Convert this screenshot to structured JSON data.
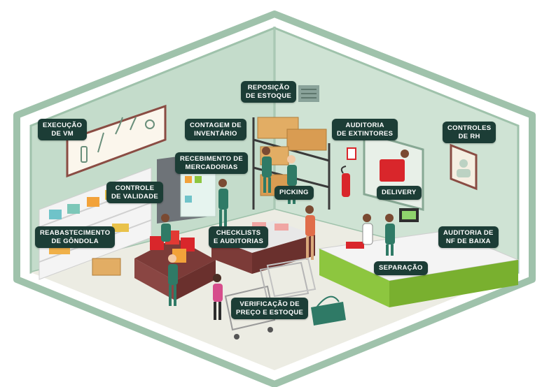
{
  "labels": {
    "execucao_vm": [
      "EXECUÇÃO",
      "DE VM"
    ],
    "contagem": [
      "CONTAGEM DE",
      "INVENTÁRIO"
    ],
    "reposicao": [
      "REPOSIÇÃO",
      "DE ESTOQUE"
    ],
    "auditoria_extintores": [
      "AUDITORIA",
      "DE EXTINTORES"
    ],
    "controles_rh": [
      "CONTROLES",
      "DE RH"
    ],
    "recebimento": [
      "RECEBIMENTO DE",
      "MERCADORIAS"
    ],
    "controle_validade": [
      "CONTROLE",
      "DE VALIDADE"
    ],
    "picking": [
      "PICKING"
    ],
    "delivery": [
      "DELIVERY"
    ],
    "reabastecimento": [
      "REABASTECIMENTO",
      "DE GÔNDOLA"
    ],
    "checklists": [
      "CHECKLISTS",
      "E AUDITORIAS"
    ],
    "auditoria_nf": [
      "AUDITORIA DE",
      "NF DE BAIXA"
    ],
    "separacao": [
      "SEPARAÇÃO"
    ],
    "verificacao": [
      "VERIFICAÇÃO DE",
      "PREÇO E ESTOQUE"
    ]
  },
  "colors": {
    "tag_bg": "#1c3d36",
    "wall": "#c9e0d0",
    "floor": "#ebebe2",
    "accent_red": "#d9262b",
    "accent_green": "#8dc63f",
    "uniform": "#2f7a66"
  },
  "icons": [
    "fish-icon",
    "carrot-icon",
    "bottle-icon",
    "fire-extinguisher-icon",
    "employee-portrait-icon",
    "shopping-cart-icon",
    "shopping-basket-icon",
    "air-vent-icon"
  ]
}
